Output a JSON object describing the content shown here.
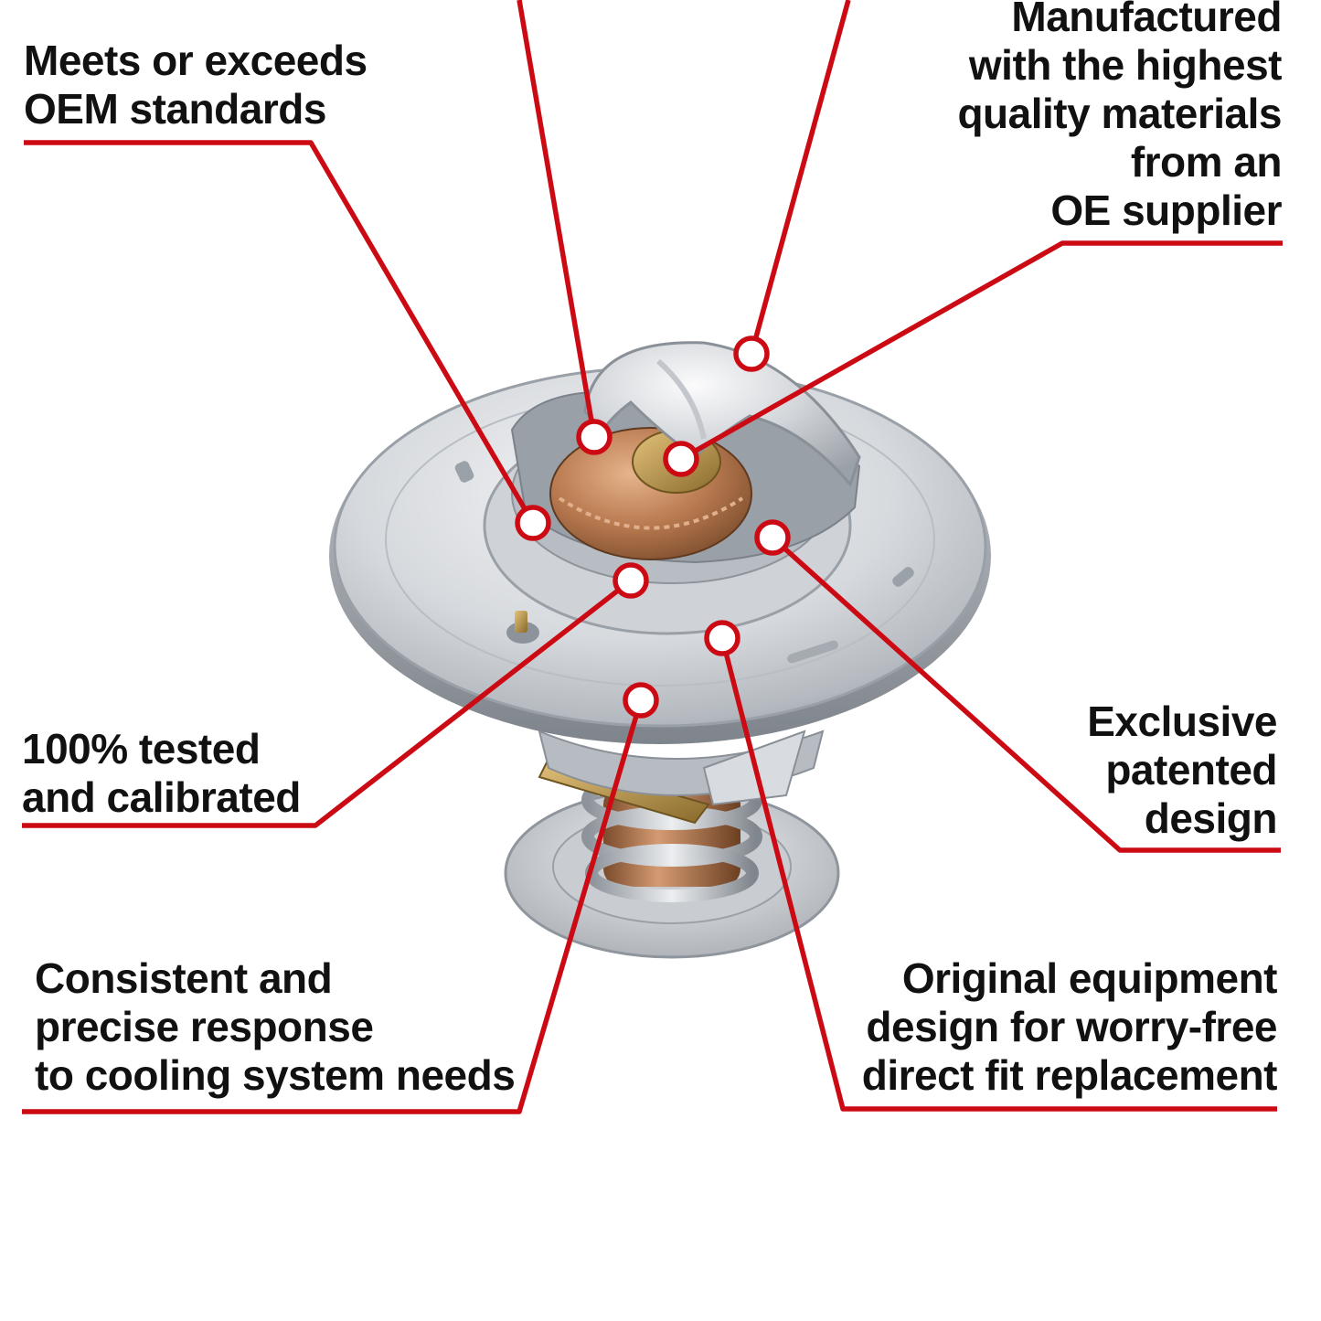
{
  "callouts": {
    "meets": {
      "lines": [
        "Meets or exceeds",
        "OEM standards"
      ]
    },
    "manufactured": {
      "lines": [
        "Manufactured",
        "with the highest",
        "quality materials",
        "from an",
        "OE supplier"
      ]
    },
    "tested": {
      "lines": [
        "100% tested",
        "and calibrated"
      ]
    },
    "exclusive": {
      "lines": [
        "Exclusive",
        "patented",
        "design"
      ]
    },
    "consistent": {
      "lines": [
        "Consistent and",
        "precise response",
        "to cooling system needs"
      ]
    },
    "original": {
      "lines": [
        "Original equipment",
        "design for worry-free",
        "direct fit replacement"
      ]
    }
  },
  "colors": {
    "leader_line": "#cc0a14",
    "text": "#111111",
    "background": "#ffffff",
    "metal_light": "#eef0f2",
    "metal_mid": "#c5c9cf",
    "metal_dark": "#8e949b",
    "copper": "#b8794f",
    "brass": "#c9a054"
  },
  "product": {
    "icon": "thermostat-illustration"
  }
}
